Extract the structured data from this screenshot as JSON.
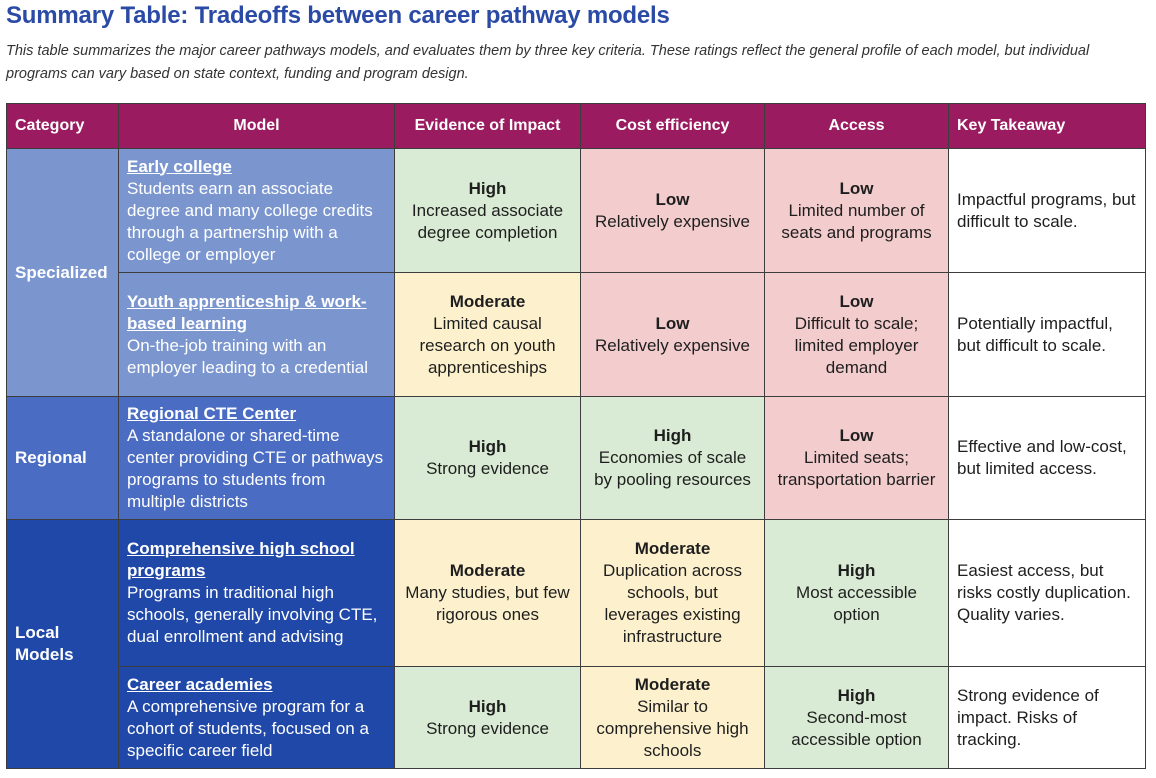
{
  "title": "Summary Table: Tradeoffs between career pathway models",
  "subtitle": "This table summarizes the major career pathways models, and evaluates them by three key criteria. These ratings reflect the general profile of each model, but individual programs can vary based on state context, funding and program design.",
  "colors": {
    "title": "#2a4aa6",
    "header_bg": "#9a1b5f",
    "specialized": "#7b96cf",
    "regional": "#4a6cc2",
    "local": "#1f48a8",
    "high": "#d9ebd4",
    "moderate": "#fdf1cd",
    "low": "#f3cccd"
  },
  "headers": {
    "category": "Category",
    "model": "Model",
    "impact": "Evidence of Impact",
    "cost": "Cost efficiency",
    "access": "Access",
    "takeaway": "Key Takeaway"
  },
  "categories": {
    "specialized": "Specialized",
    "regional": "Regional",
    "local": "Local Models"
  },
  "rows": [
    {
      "model": "Early college",
      "desc": "Students earn an associate degree and many college credits through a partnership with a college or employer",
      "impact": {
        "level": "High",
        "note": "Increased associate degree completion"
      },
      "cost": {
        "level": "Low",
        "note": "Relatively expensive"
      },
      "access": {
        "level": "Low",
        "note": "Limited number of seats and programs"
      },
      "takeaway": "Impactful programs, but difficult to scale."
    },
    {
      "model": "Youth apprenticeship & work-based learning",
      "desc": "On-the-job training with an employer leading to a credential",
      "impact": {
        "level": "Moderate",
        "note": "Limited causal research on youth apprenticeships"
      },
      "cost": {
        "level": "Low",
        "note": "Relatively expensive"
      },
      "access": {
        "level": "Low",
        "note": "Difficult to scale; limited employer demand"
      },
      "takeaway": "Potentially impactful, but difficult to scale."
    },
    {
      "model": "Regional CTE Center",
      "desc": "A standalone or shared-time center providing CTE or pathways programs to students from multiple districts",
      "impact": {
        "level": "High",
        "note": "Strong evidence"
      },
      "cost": {
        "level": "High",
        "note": "Economies of scale by pooling resources"
      },
      "access": {
        "level": "Low",
        "note": "Limited seats; transportation barrier"
      },
      "takeaway": "Effective and low-cost, but limited access."
    },
    {
      "model": "Comprehensive high school programs",
      "desc": "Programs in traditional high schools, generally involving CTE, dual enrollment and advising",
      "impact": {
        "level": "Moderate",
        "note": "Many studies, but few rigorous ones"
      },
      "cost": {
        "level": "Moderate",
        "note": "Duplication across schools, but leverages existing infrastructure"
      },
      "access": {
        "level": "High",
        "note": "Most accessible option"
      },
      "takeaway": "Easiest access, but risks costly duplication. Quality varies."
    },
    {
      "model": "Career academies",
      "desc": "A comprehensive program for a cohort of students, focused on a specific career field",
      "impact": {
        "level": "High",
        "note": "Strong evidence"
      },
      "cost": {
        "level": "Moderate",
        "note": "Similar to comprehensive high schools"
      },
      "access": {
        "level": "High",
        "note": "Second-most accessible option"
      },
      "takeaway": "Strong evidence of impact. Risks of tracking."
    }
  ]
}
